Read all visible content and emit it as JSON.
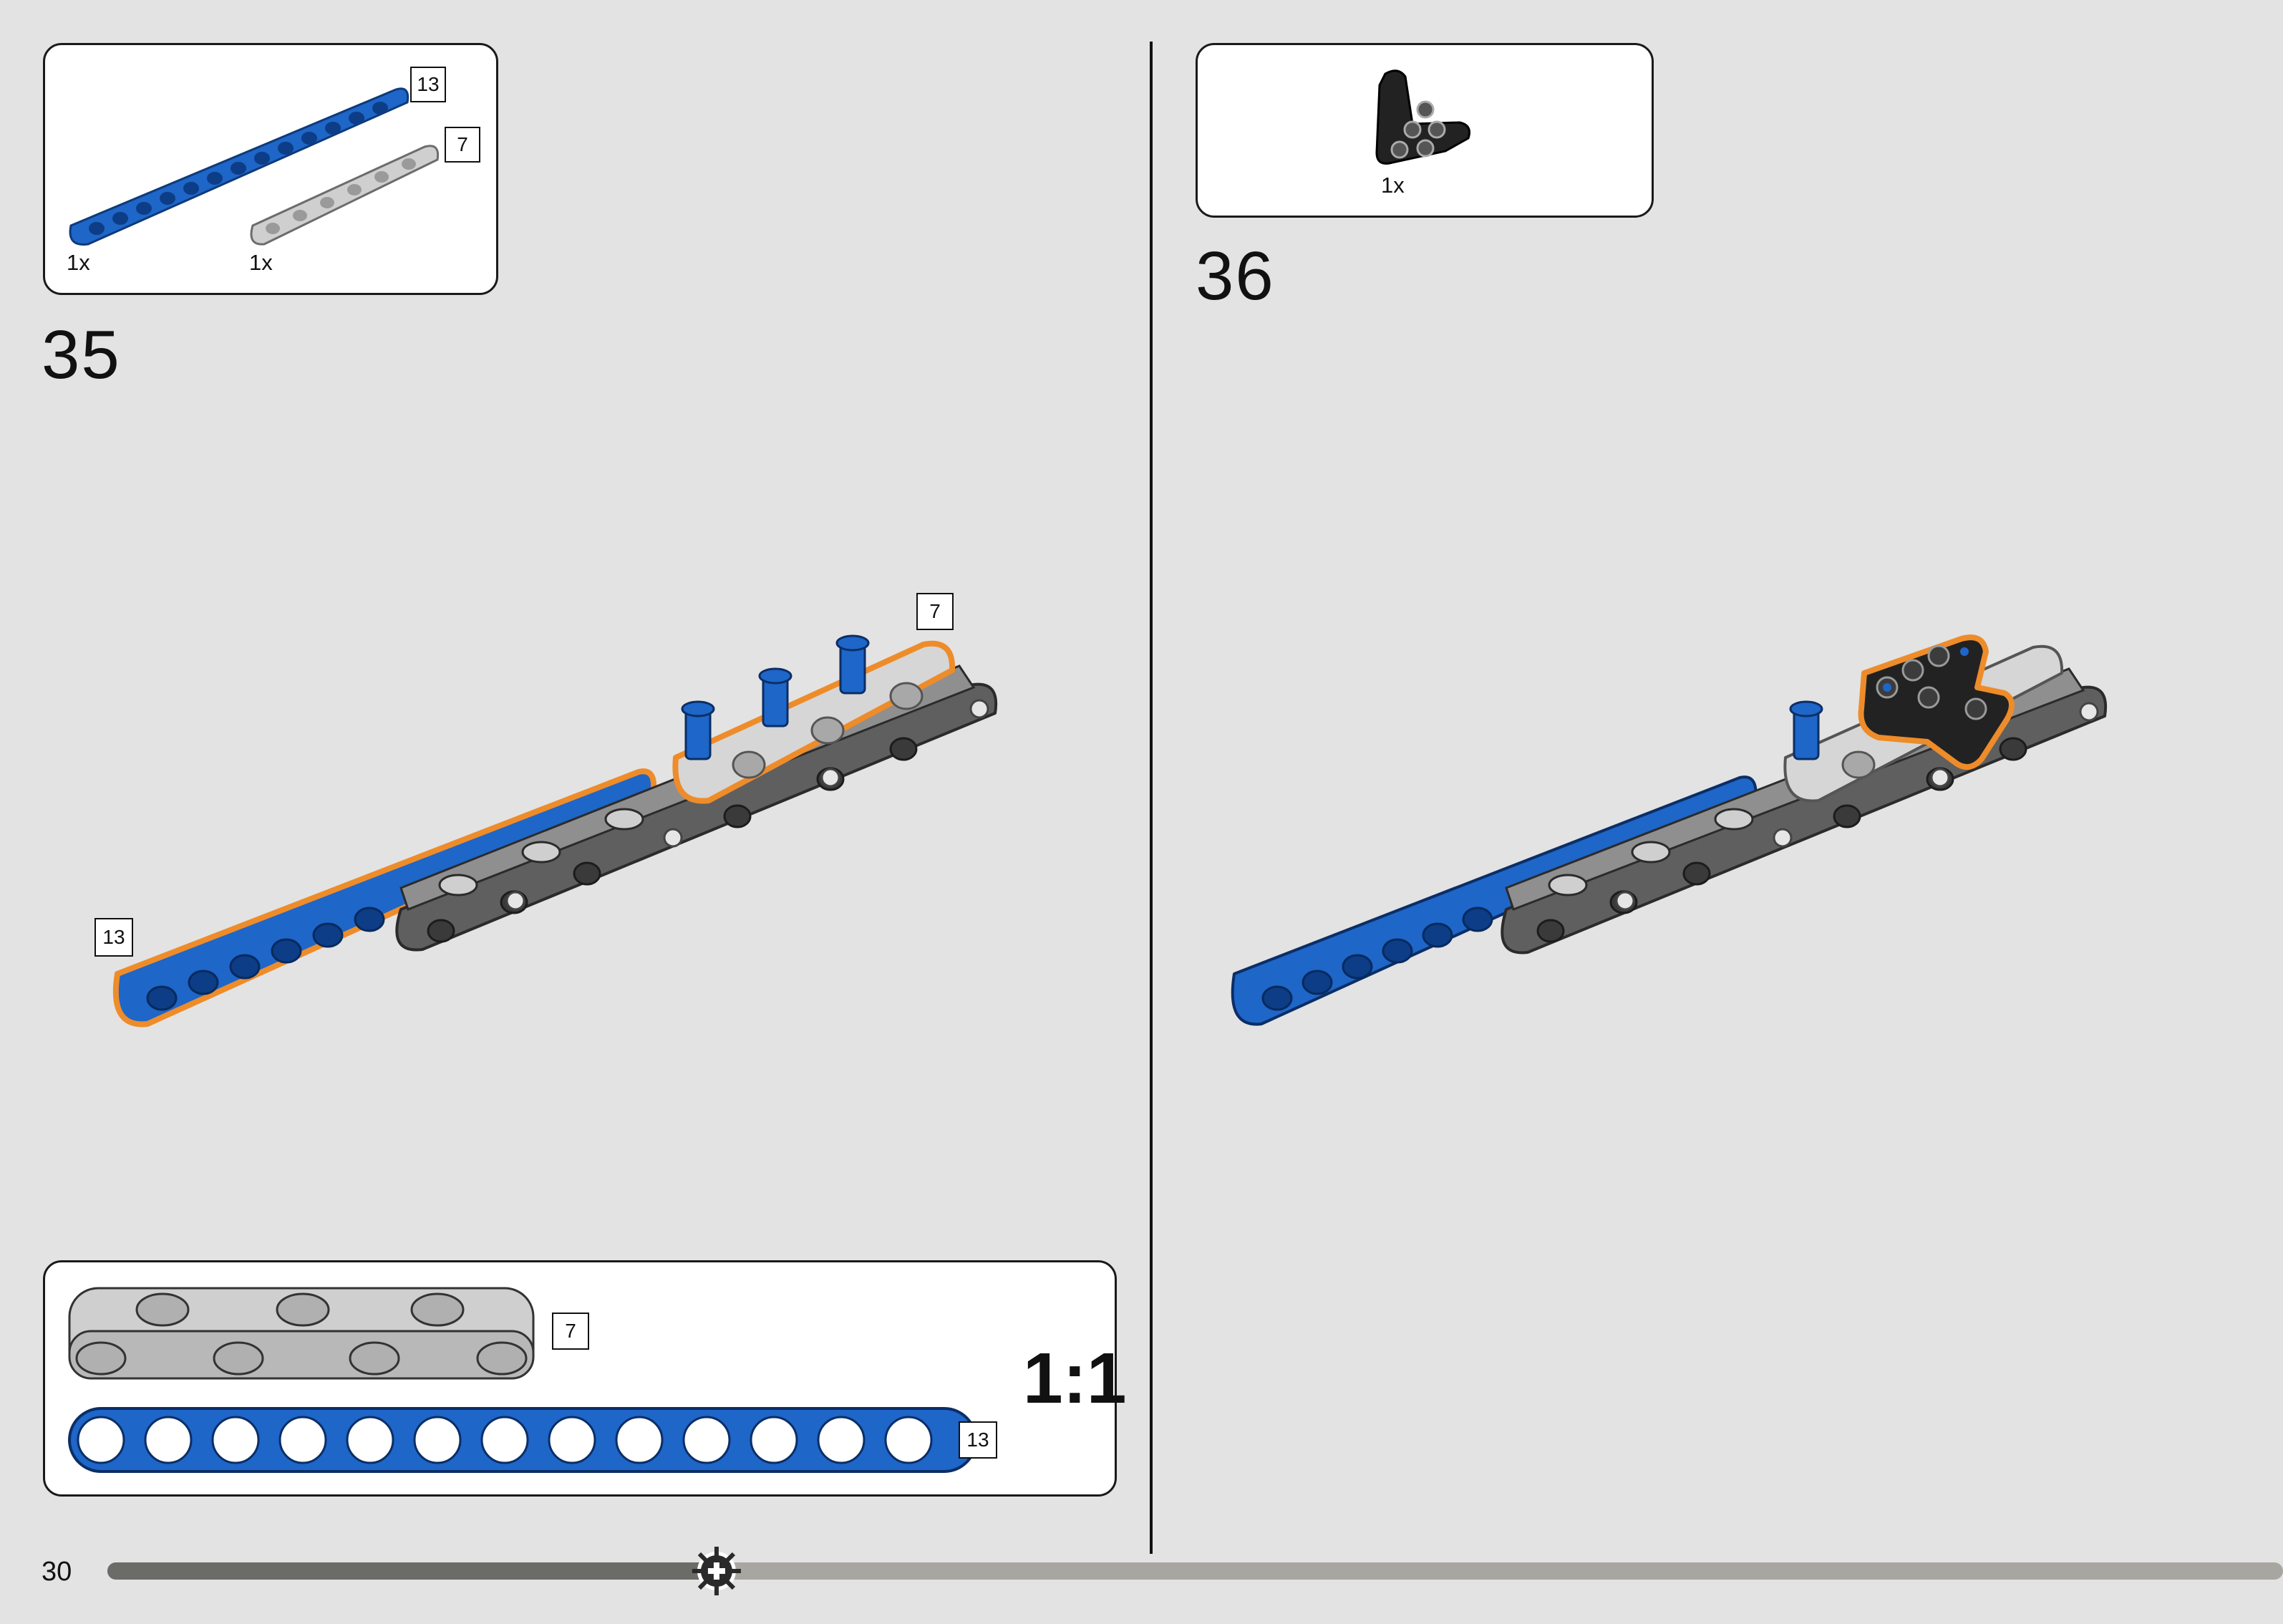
{
  "left": {
    "parts_callout": {
      "items": [
        {
          "length_label": "13",
          "qty": "1x",
          "icon": "blue-beam-13-icon"
        },
        {
          "length_label": "7",
          "qty": "1x",
          "icon": "grey-beam-7-icon"
        }
      ]
    },
    "step_number": "35",
    "assembly_labels": {
      "grey_beam": "7",
      "blue_beam": "13"
    }
  },
  "scale_callout": {
    "label": "1:1",
    "grey_beam_length": "7",
    "blue_beam_length": "13"
  },
  "right": {
    "parts_callout": {
      "items": [
        {
          "qty": "1x",
          "icon": "black-t-beam-icon"
        }
      ]
    },
    "step_number": "36"
  },
  "footer": {
    "page_number": "30",
    "progress": 0.28,
    "colors": {
      "done": "#6b6b68",
      "remaining": "#a8a6a1"
    }
  },
  "colors": {
    "blue_part": "#1e66c8",
    "highlight": "#ee8c2a",
    "grey_part": "#c8c8c8",
    "dark_part": "#5f5f5f",
    "black_part": "#222222",
    "background": "#e3e3e3"
  }
}
